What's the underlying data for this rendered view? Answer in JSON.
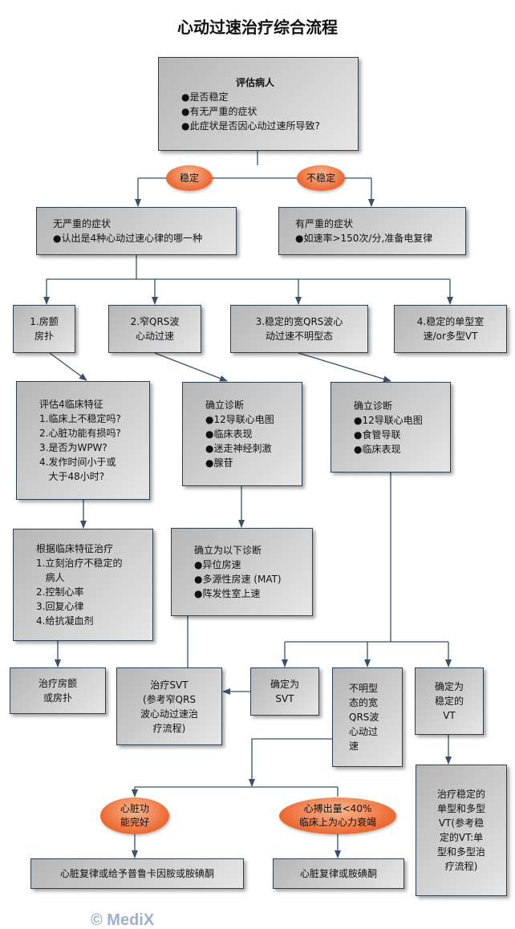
{
  "title": "心动过速治疗综合流程",
  "assess": {
    "head": "评估病人",
    "items": [
      "●是否稳定",
      "●有无严重的症状",
      "●此症状是否因心动过速所导致?"
    ]
  },
  "stable": "稳定",
  "unstable": "不稳定",
  "no_severe": {
    "head": "无严重的症状",
    "items": [
      "●认出是4种心动过速心律的哪一种"
    ]
  },
  "severe": {
    "head": "有严重的症状",
    "items": [
      "●如速率>150次/分,准备电复律"
    ]
  },
  "types": [
    [
      "1.房颤",
      "房扑"
    ],
    [
      "2.窄QRS波",
      "心动过速"
    ],
    [
      "3.稳定的宽QRS波心",
      "动过速不明型态"
    ],
    [
      "4.稳定的单型室",
      "速/or多型VT"
    ]
  ],
  "eval4": [
    "评估4临床特征",
    "1.临床上不稳定吗?",
    "2.心脏功能有损吗?",
    "3.是否为WPW?",
    "4.发作时间小于或",
    "   大于48小时?"
  ],
  "dx1": [
    "确立诊断",
    "●12导联心电图",
    "●临床表现",
    "●迷走神经刺激",
    "●腺苷"
  ],
  "dx2": [
    "确立诊断",
    "●12导联心电图",
    "●食管导联",
    "●临床表现"
  ],
  "treat4": [
    "根据临床特征治疗",
    "1.立刻治疗不稳定的",
    "   病人",
    "2.控制心率",
    "3.回复心律",
    "4.给抗凝血剂"
  ],
  "dx3": [
    "确立为以下诊断",
    "●异位房速",
    "●多源性房速 (MAT)",
    "●阵发性室上速"
  ],
  "treat_af": [
    "治疗房颤",
    "或房扑"
  ],
  "treat_svt": [
    "治疗SVT",
    "(参考窄QRS",
    "波心动过速治",
    "疗流程)"
  ],
  "svt": [
    "确定为",
    "SVT"
  ],
  "unknown": [
    "不明型",
    "态的宽",
    "QRS波",
    "心动过",
    "速"
  ],
  "vt": [
    "确定为",
    "稳定的",
    "VT"
  ],
  "treat_vt": [
    "治疗稳定的",
    "单型和多型",
    "VT(参考稳",
    "定的VT:单",
    "型和多型治",
    "疗流程)"
  ],
  "good": [
    "心脏功",
    "能完好"
  ],
  "bad": [
    "心搏出量<40%",
    "临床上为心力衰竭"
  ],
  "bottom1": "心脏复律或给予普鲁卡因胺或胺碘酮",
  "bottom2": "心脏复律或胺碘酮",
  "watermark": "© MediX",
  "colors": {
    "line": "#3a5068",
    "oval": "#ee7440"
  }
}
